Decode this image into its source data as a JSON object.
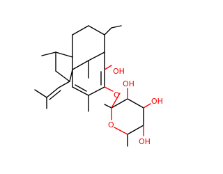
{
  "molecule": {
    "atom_labels": {
      "oh_phenol": "OH",
      "o_ether": "O",
      "oh_sugar_top": "OH",
      "o_ring": "O",
      "oh_sugar_right": "OH",
      "oh_sugar_bottom": "OH"
    },
    "colors": {
      "bond": "#000000",
      "heteroatom": "#ff0000"
    }
  }
}
